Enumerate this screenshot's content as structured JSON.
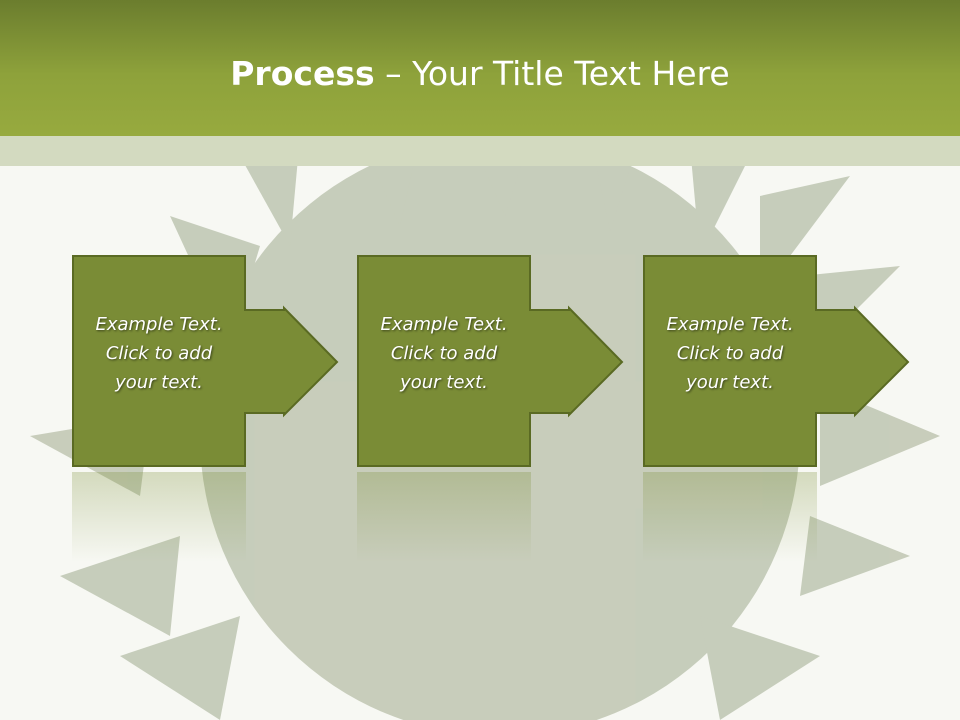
{
  "slide": {
    "title_bold": "Process",
    "title_rest": " – Your Title Text Here"
  },
  "steps": [
    {
      "line1": "Example Text.",
      "line2": "Click  to add",
      "line3": "your text."
    },
    {
      "line1": "Example Text.",
      "line2": "Click  to add",
      "line3": "your text."
    },
    {
      "line1": "Example Text.",
      "line2": "Click  to add",
      "line3": "your text."
    }
  ],
  "colors": {
    "header_top": "#6b7d2e",
    "header_bottom": "#97aa3f",
    "box_fill": "#7a8c36",
    "box_border": "#5a6a23",
    "background": "#f7f8f3"
  }
}
